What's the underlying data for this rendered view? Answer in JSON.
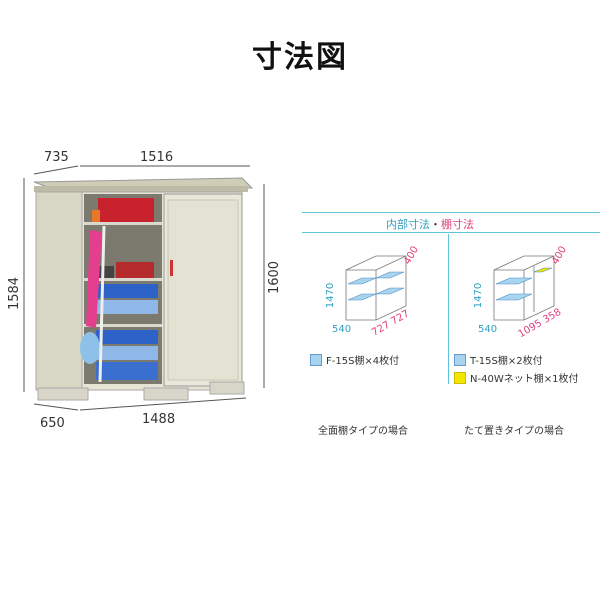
{
  "title": "寸法図",
  "shed": {
    "depth_top": "735",
    "width_top": "1516",
    "height_left": "1584",
    "height_right": "1600",
    "depth_bottom": "650",
    "width_bottom": "1488"
  },
  "interior": {
    "header_inner": "内部寸法",
    "header_dot": "・",
    "header_shelf": "棚寸法",
    "left": {
      "height": "1470",
      "depth": "540",
      "shelf_depth": "400",
      "widths": "727 727",
      "legend": "F-15S棚×4枚付",
      "caption": "全面棚タイプの場合"
    },
    "right": {
      "height": "1470",
      "depth": "540",
      "shelf_depth": "400",
      "widths": "1095 358",
      "legend1": "T-15S棚×2枚付",
      "legend2": "N-40Wネット棚×1枚付",
      "caption": "たて置きタイプの場合"
    }
  },
  "colors": {
    "accent_line": "#5ec6d8",
    "shelf_blue": "#a9d4f0",
    "net_yellow": "#f2e600",
    "pink": "#e0407f"
  }
}
